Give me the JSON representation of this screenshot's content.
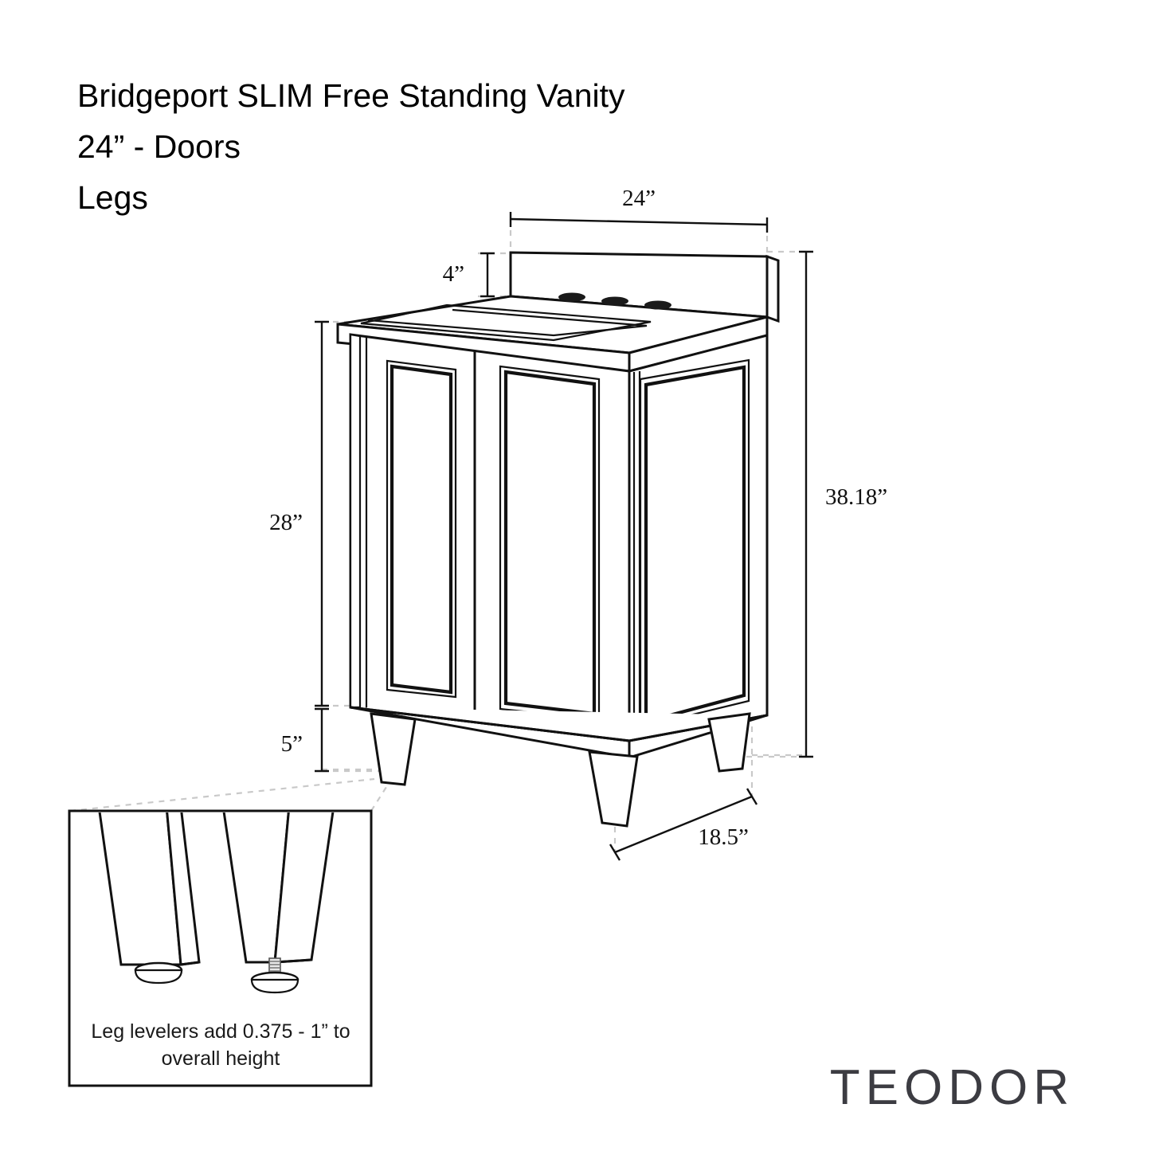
{
  "document": {
    "title_lines": [
      "Bridgeport SLIM Free Standing Vanity",
      "24” - Doors",
      "Legs"
    ]
  },
  "brand": {
    "name": "TEODOR"
  },
  "dimensions": {
    "width_top": "24”",
    "backsplash_height": "4”",
    "overall_height": "38.18”",
    "cabinet_height": "28”",
    "leg_height": "5”",
    "depth": "18.5”"
  },
  "detail_inset": {
    "caption_line1": "Leg levelers add 0.375 - 1” to",
    "caption_line2": "overall height"
  },
  "product": {
    "features": {
      "faucet_holes": 3,
      "doors": 2,
      "legs_visible": 3
    }
  },
  "colors": {
    "line": "#111111",
    "dashed_guide": "#c9c9c9",
    "brand_text": "#3c3c42",
    "background": "#ffffff"
  }
}
